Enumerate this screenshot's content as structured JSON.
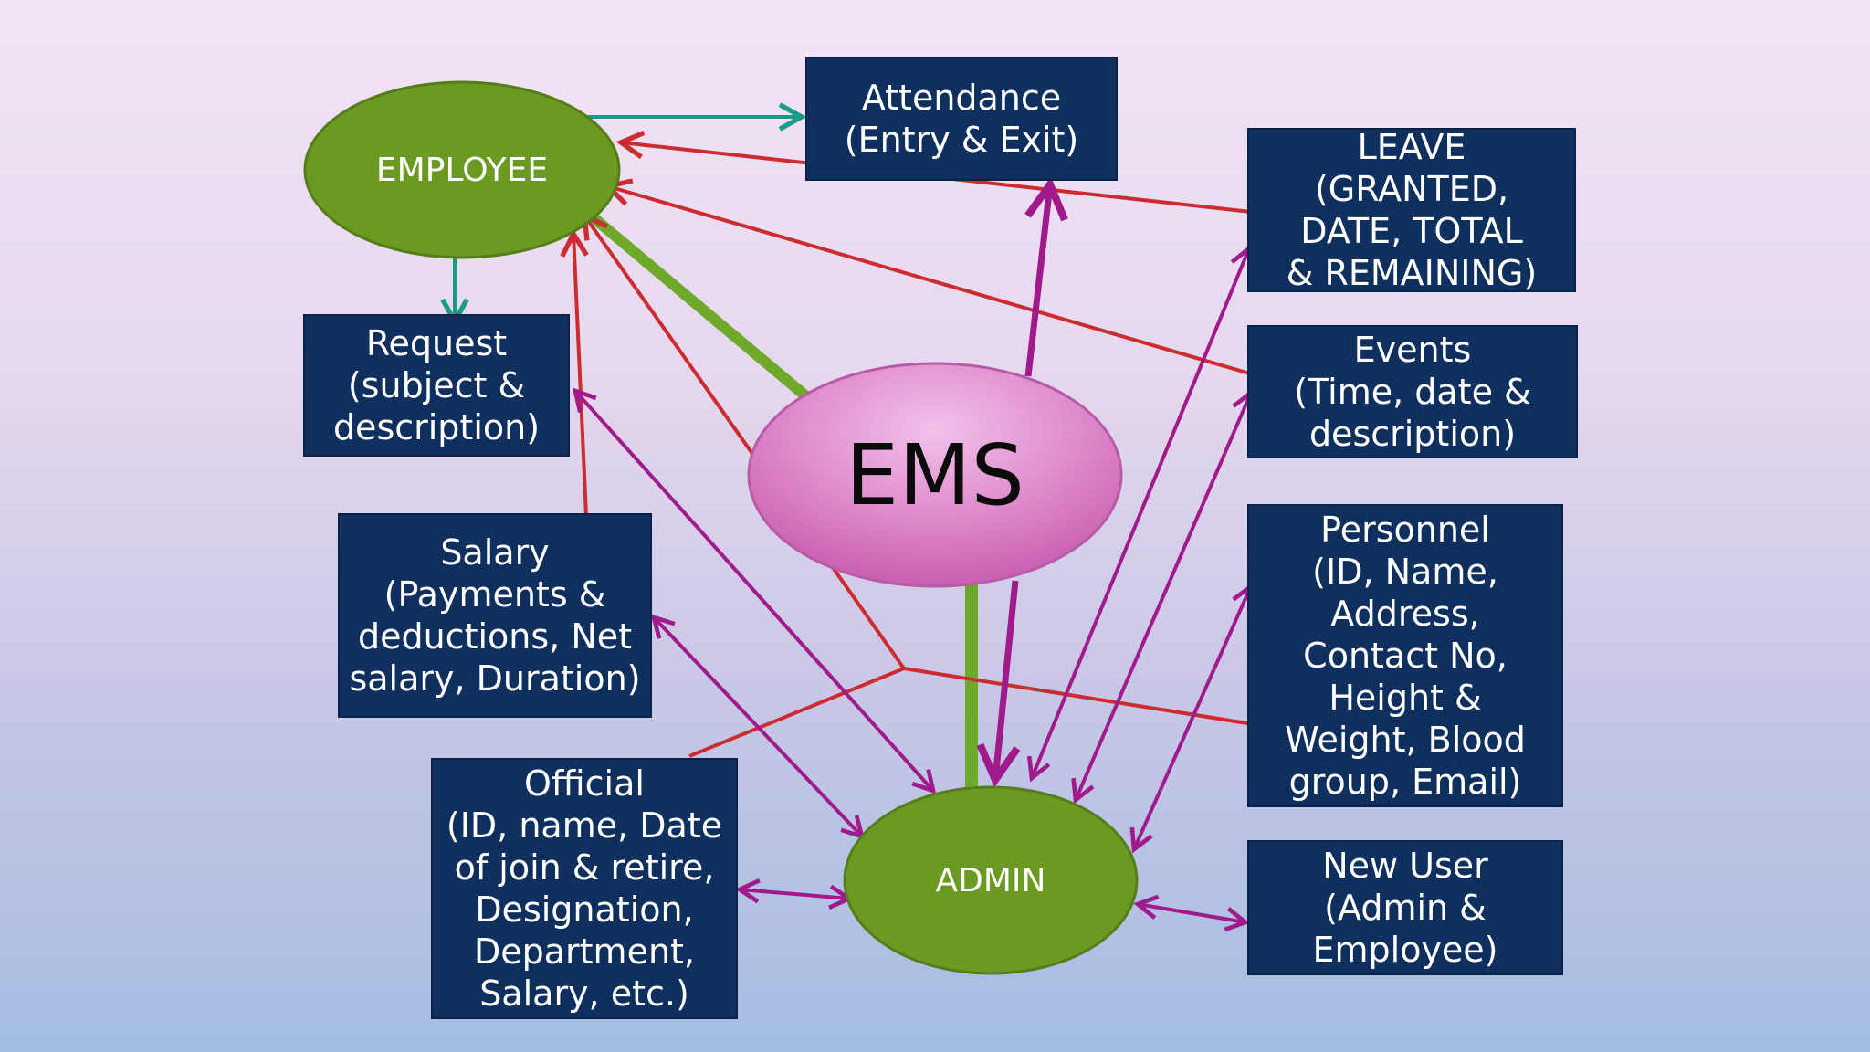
{
  "nodes": {
    "employee": "EMPLOYEE",
    "ems": "EMS",
    "admin": "ADMIN"
  },
  "boxes": {
    "attendance": [
      "Attendance",
      "(Entry & Exit)"
    ],
    "leave": [
      "LEAVE",
      "(GRANTED,",
      "DATE, TOTAL",
      "& REMAINING)"
    ],
    "request": [
      "Request",
      "(subject &",
      "description)"
    ],
    "events": [
      "Events",
      "(Time, date &",
      "description)"
    ],
    "salary": [
      "Salary",
      "(Payments &",
      "deductions, Net",
      "salary, Duration)"
    ],
    "personnel": [
      "Personnel",
      "(ID, Name,",
      "Address,",
      "Contact No,",
      "Height &",
      "Weight, Blood",
      "group, Email)"
    ],
    "official": [
      "Official",
      "(ID, name, Date",
      "of join & retire,",
      "Designation,",
      "Department,",
      "Salary, etc.)"
    ],
    "new_user": [
      "New User",
      "(Admin &",
      "Employee)"
    ]
  },
  "colors": {
    "box_fill": "#0f2f5f",
    "green_node": "#6b9a23",
    "ems_node": "#d77cc3",
    "teal_arrow": "#199a86",
    "red_arrow": "#cc2b2f",
    "magenta_arrow": "#a01a8c",
    "green_link": "#6ea92b"
  }
}
